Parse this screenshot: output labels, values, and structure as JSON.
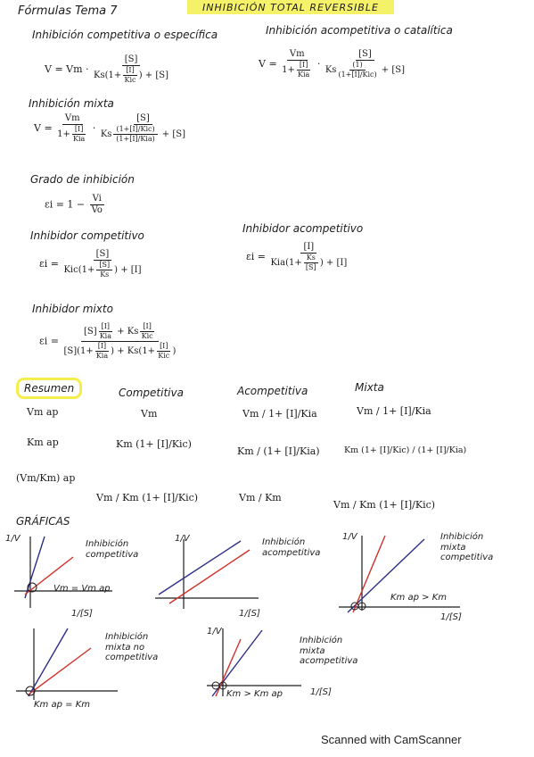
{
  "header": {
    "left_title": "Fórmulas Tema 7",
    "highlight_title": "INHIBICIÓN TOTAL REVERSIBLE"
  },
  "sections": {
    "inh_competitiva_title": "Inhibición competitiva o específica",
    "inh_acompetitiva_title": "Inhibición acompetitiva o catalítica",
    "inh_mixta_title": "Inhibición mixta",
    "grado_title": "Grado de inhibición",
    "inhibidor_competitivo": "Inhibidor competitivo",
    "inhibidor_acompetitivo": "Inhibidor acompetitivo",
    "inhibidor_mixto": "Inhibidor mixto"
  },
  "formulas": {
    "v_eq": "V = Vm ·",
    "v_eq_short": "V =",
    "S": "[S]",
    "I": "[I]",
    "Ks": "Ks",
    "Kic": "Kic",
    "Kia": "Kia",
    "Vm": "Vm",
    "Vi": "Vi",
    "Vo": "Vo",
    "one": "1",
    "one_plus": "1+",
    "plus_S": "+ [S]",
    "plus_I": "+ [I]",
    "ei": "εi =",
    "ei_grado": "εi = 1 −",
    "dot": "·",
    "times_ks": "Ks",
    "A_paren": "(1)"
  },
  "resumen": {
    "label": "Resumen",
    "col_headers": [
      "Competitiva",
      "Acompetitiva",
      "Mixta"
    ],
    "row_labels": [
      "Vm ap",
      "Km ap",
      "(Vm/Km) ap"
    ],
    "rows": {
      "vm": [
        "Vm",
        "Vm / 1+ [I]/Kia",
        "Vm / 1+ [I]/Kia"
      ],
      "km_comp": "Km (1+ [I]/Kic)",
      "km_acomp": "Km / (1+ [I]/Kia)",
      "km_mixta": "Km (1+ [I]/Kic) / (1+ [I]/Kia)",
      "ratio_comp": "Vm / Km (1+ [I]/Kic)",
      "ratio_acomp": "Vm / Km",
      "ratio_mixta": "Vm / Km (1+ [I]/Kic)"
    }
  },
  "graficas": {
    "title": "GRÁFICAS",
    "y_axis": "1/V",
    "x_axis": "1/[S]",
    "g1_label": "Inhibición competitiva",
    "g1_note": "Vm = Vm ap",
    "g2_label": "Inhibición acompetitiva",
    "g3_label": "Inhibición mixta competitiva",
    "g3_note": "Km ap > Km",
    "g4_label": "Inhibición mixta no competitiva",
    "g4_note": "Km ap = Km",
    "g5_label": "Inhibición mixta acompetitiva",
    "g5_note": "Km > Km ap"
  },
  "colors": {
    "highlight": "#f5f26a",
    "ink": "#1c1c1c",
    "red_line": "#d0302a",
    "blue_line": "#2c2f86"
  },
  "footer": "Scanned with CamScanner"
}
